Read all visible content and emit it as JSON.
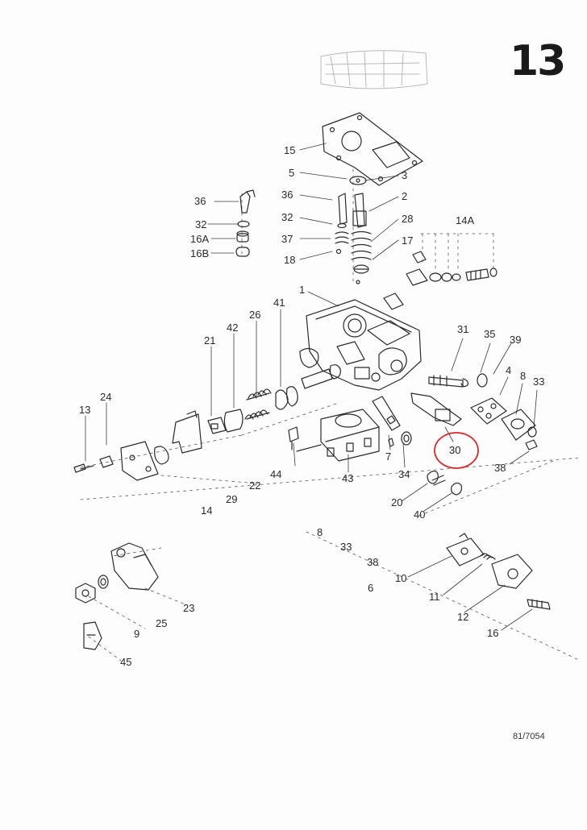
{
  "page_number": "13",
  "drawing_ref": "81/7054",
  "highlight_color": "#d62b2b",
  "highlighted_part": "30",
  "labels": {
    "p15": "15",
    "p5": "5",
    "p3": "3",
    "p36a": "36",
    "p36b": "36",
    "p2": "2",
    "p32a": "32",
    "p32b": "32",
    "p28": "28",
    "p16A": "16A",
    "p37": "37",
    "p17": "17",
    "p16B": "16B",
    "p18": "18",
    "p14A": "14A",
    "p1": "1",
    "p41": "41",
    "p26": "26",
    "p42": "42",
    "p21": "21",
    "p31": "31",
    "p35": "35",
    "p39": "39",
    "p4": "4",
    "p8a": "8",
    "p33a": "33",
    "p24": "24",
    "p13": "13",
    "p30": "30",
    "p7": "7",
    "p44": "44",
    "p43": "43",
    "p34": "34",
    "p38a": "38",
    "p22": "22",
    "p29": "29",
    "p14": "14",
    "p20": "20",
    "p40": "40",
    "p8b": "8",
    "p33b": "33",
    "p38b": "38",
    "p6": "6",
    "p10": "10",
    "p11": "11",
    "p12": "12",
    "p16": "16",
    "p23": "23",
    "p25": "25",
    "p9": "9",
    "p45": "45"
  }
}
